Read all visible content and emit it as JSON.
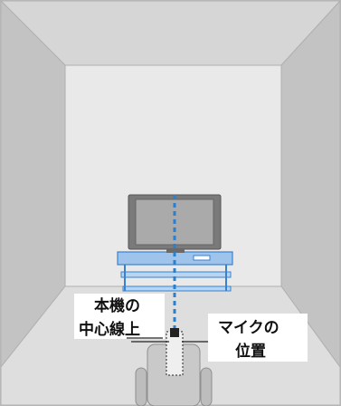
{
  "labels": {
    "center_line_1": "本機の",
    "center_line_2": "中心線上",
    "mic_position_1": "マイクの",
    "mic_position_2": "位置"
  },
  "colors": {
    "ceiling": "#d6d6d6",
    "side_walls": "#c3c3c3",
    "back_wall": "#e9e9e9",
    "floor": "#dedede",
    "tv_frame": "#7a7a7a",
    "tv_screen": "#aaaaaa",
    "stand": "#9fc4ec",
    "stand_dark": "#3a82cf",
    "center_line": "#2a7fcf",
    "chair": "#bdbdbd"
  }
}
